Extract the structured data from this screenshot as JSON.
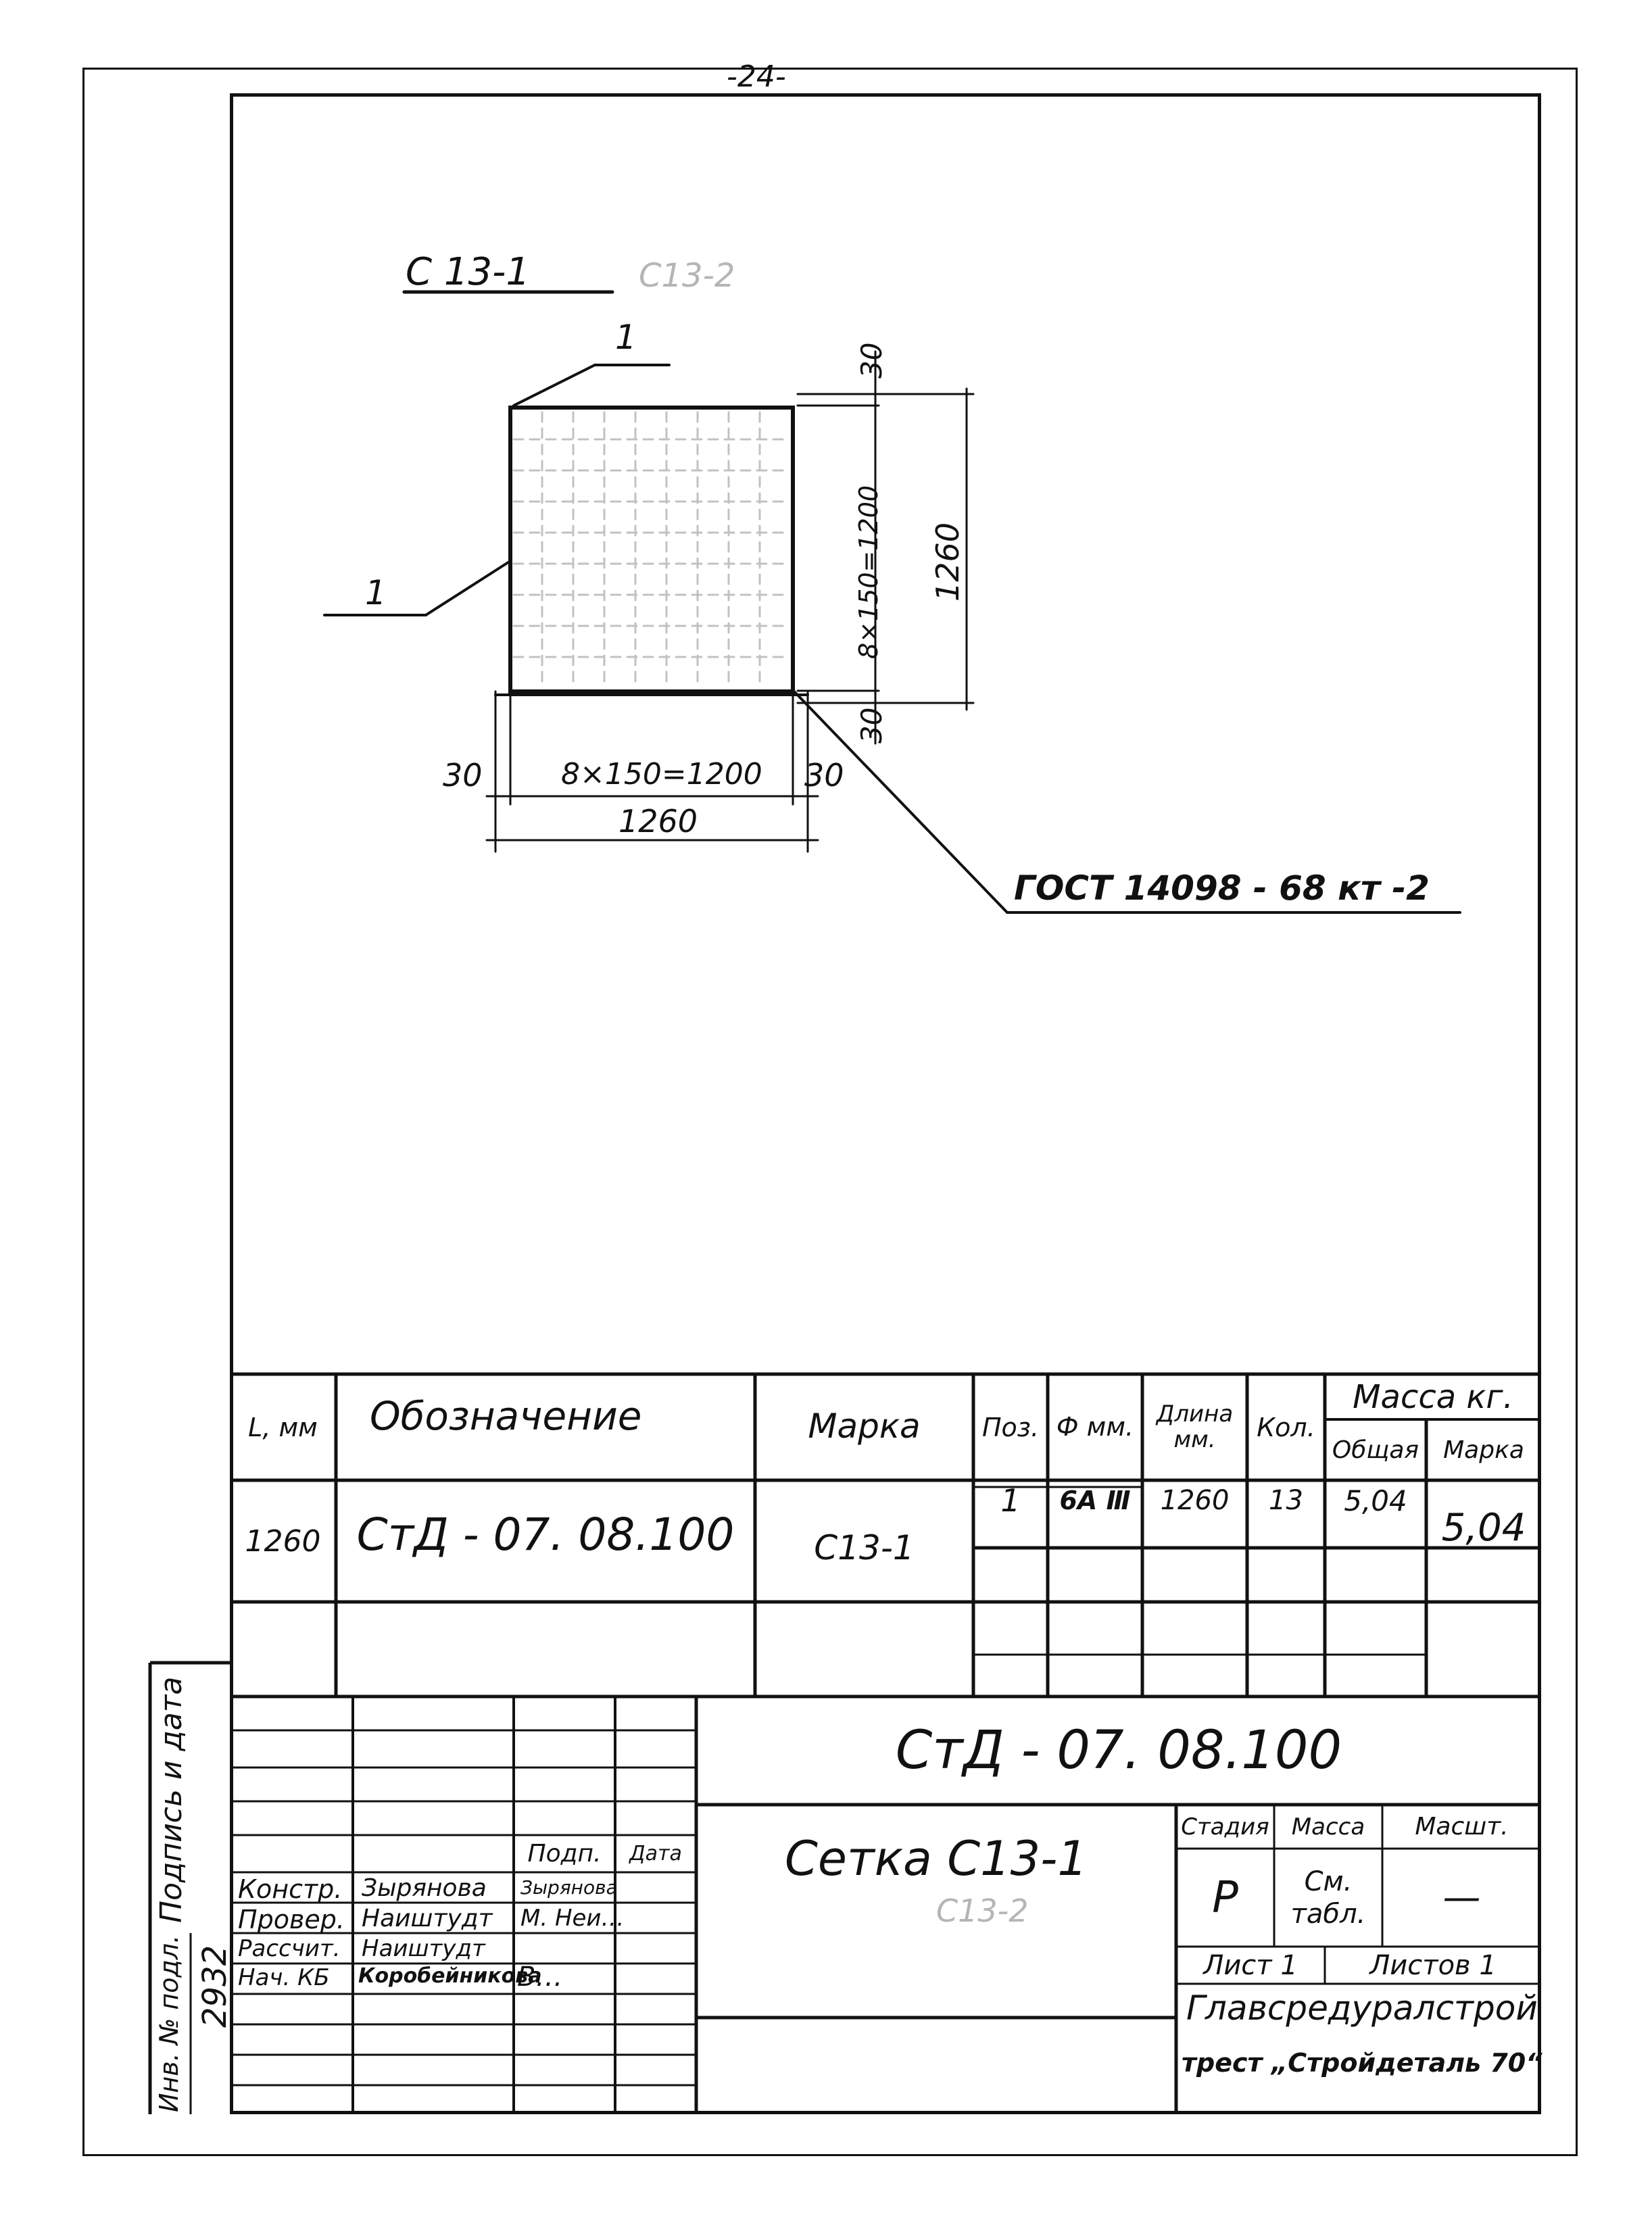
{
  "page": {
    "number": "-24-"
  },
  "drawing": {
    "mark_title": "С 13-1",
    "mark_title_faint": "С13-2",
    "callout_top": "1",
    "callout_left": "1",
    "dim_top_30": "30",
    "dim_bottom_30": "30",
    "dim_vertical_spacing": "8×150=1200",
    "dim_vertical_total": "1260",
    "dim_left_30": "30",
    "dim_right_30": "30",
    "dim_horizontal_spacing": "8×150=1200",
    "dim_horizontal_total": "1260",
    "gost_note": "ГОСТ 14098 - 68 кт -2"
  },
  "spec_table": {
    "headers": {
      "length": "L, мм",
      "designation": "Обозначение",
      "mark": "Марка",
      "pos": "Поз.",
      "diameter": "Ф мм.",
      "wire_length": "Длина мм.",
      "qty": "Кол.",
      "mass": "Масса кг.",
      "mass_total": "Общая",
      "mass_mark": "Марка"
    },
    "row": {
      "length": "1260",
      "designation": "СтД - 07. 08.100",
      "mark": "С13-1",
      "pos": "1",
      "diameter": "6A Ⅲ",
      "wire_length": "1260",
      "qty": "13",
      "mass_total": "5,04",
      "mass_mark": "5,04"
    }
  },
  "title_block": {
    "code": "СтД - 07. 08.100",
    "name": "Сетка С13-1",
    "name_faint": "С13-2",
    "col_sign": "Подп.",
    "col_date": "Дата",
    "roles": [
      "Констр.",
      "Провер.",
      "Рассчит.",
      "Нач. КБ"
    ],
    "names": [
      "Зырянова",
      "Наиштудт",
      "Наиштудт",
      "Коробейникова"
    ],
    "signatures": [
      "Зырянова",
      "М. Неи…",
      "",
      "В…"
    ],
    "stage_label": "Стадия",
    "stage_value": "Р",
    "mass_label": "Масса",
    "mass_value": "См. табл.",
    "scale_label": "Масшт.",
    "scale_value": "—",
    "sheet": "Лист 1",
    "sheets": "Листов 1",
    "org_line1": "Главсредуралстрой",
    "org_line2": "трест „Стройдеталь 70“"
  },
  "side_strip": {
    "sign_and_date": "Подпись и дата",
    "inv_no_label": "Инв. № подл.",
    "inv_no": "2932"
  },
  "colors": {
    "ink": "#111111",
    "faint": "#b5b5b5",
    "paper": "#ffffff"
  }
}
